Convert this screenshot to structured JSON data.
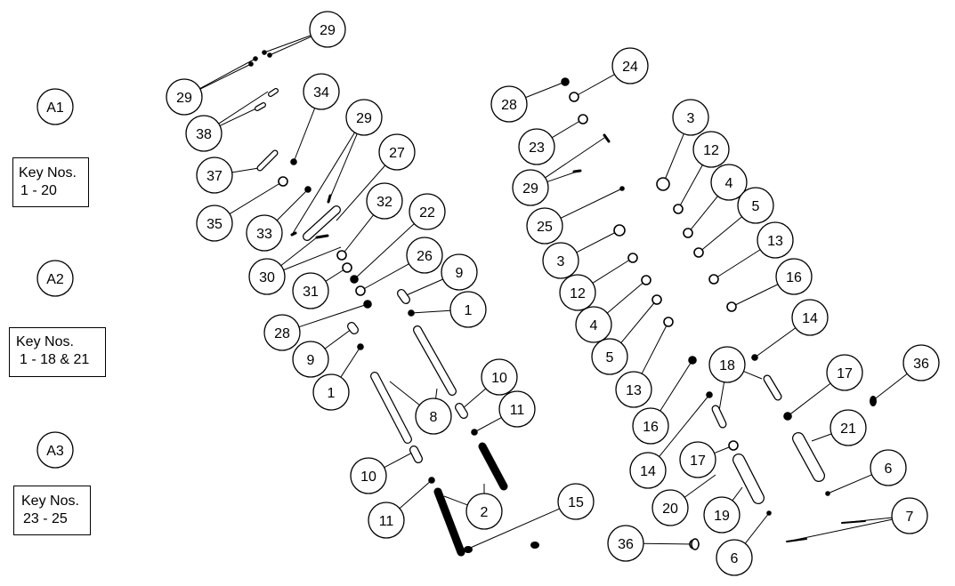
{
  "assembly_labels": [
    "A1",
    "A2",
    "A3"
  ],
  "key_number_boxes": [
    {
      "title": "Key Nos.",
      "range": "1 - 20"
    },
    {
      "title": "Key Nos.",
      "range": "1 - 18 & 21"
    },
    {
      "title": "Key Nos.",
      "range": "23 - 25"
    }
  ],
  "callouts_left": [
    "29",
    "29",
    "38",
    "34",
    "37",
    "35",
    "29",
    "27",
    "33",
    "32",
    "22",
    "30",
    "31",
    "26",
    "9",
    "1",
    "28",
    "9",
    "1",
    "10",
    "8",
    "11",
    "10",
    "11",
    "2",
    "15"
  ],
  "callouts_right": [
    "24",
    "28",
    "23",
    "29",
    "25",
    "3",
    "12",
    "4",
    "5",
    "13",
    "16",
    "14",
    "3",
    "12",
    "4",
    "5",
    "13",
    "16",
    "18",
    "17",
    "36",
    "21",
    "14",
    "17",
    "6",
    "20",
    "19",
    "7",
    "36",
    "6"
  ]
}
